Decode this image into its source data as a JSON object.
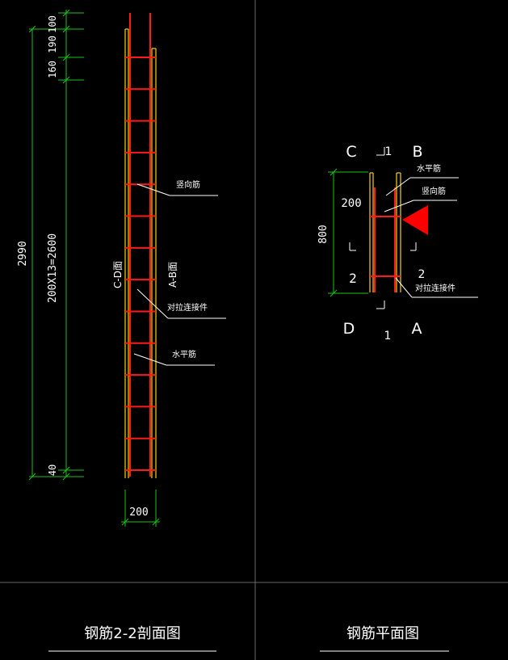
{
  "section": {
    "title": "钢筋2-2剖面图",
    "dims_vertical": [
      "100",
      "190",
      "160",
      "2990",
      "200X13=2600",
      "40"
    ],
    "width_dim": "200",
    "face_left": "C-D面",
    "face_right": "A-B面",
    "callouts": [
      "竖向筋",
      "对拉连接件",
      "水平筋"
    ],
    "rung_count": 14
  },
  "plan": {
    "title": "钢筋平面图",
    "corners": {
      "top_left": "C",
      "top_right": "B",
      "bottom_left": "D",
      "bottom_right": "A"
    },
    "cut_top": "1",
    "cut_bottom": "1",
    "cut_left": "2",
    "cut_right": "2",
    "dim_total": "800",
    "dim_spacing": "200",
    "callouts": [
      "水平筋",
      "竖向筋",
      "对拉连接件"
    ]
  },
  "colors": {
    "background": "#000000",
    "rebar": "#ff1a1a",
    "formwork": "#e6c400",
    "dimension": "#17c617",
    "text": "#ffffff",
    "marker": "#ff0000"
  }
}
